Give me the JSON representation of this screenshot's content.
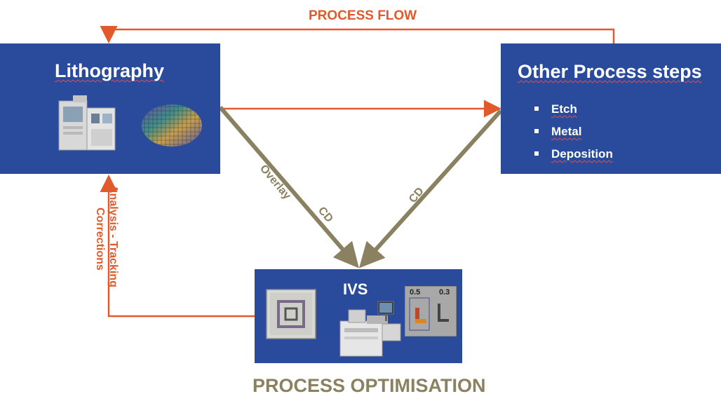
{
  "lithography": {
    "title": "Lithography"
  },
  "other_process": {
    "title": "Other Process steps",
    "steps": [
      "Etch",
      "Metal",
      "Deposition"
    ]
  },
  "ivs": {
    "title": "IVS"
  },
  "labels": {
    "process_flow": "PROCESS FLOW",
    "process_optimisation": "PROCESS OPTIMISATION",
    "overlay": "Overlay",
    "cd_left": "CD",
    "cd_right": "CD",
    "analysis_tracking": "Analysis - Tracking",
    "corrections": "Corrections"
  },
  "icons": {
    "lithography_tool": "lithography-machine-icon",
    "wafer": "wafer-icon",
    "overlay_mark": "overlay-target-icon",
    "metrology_tool": "metrology-machine-icon",
    "cd_measurement": "cd-measurement-icon",
    "cd_values": [
      "0.5",
      "0.3"
    ]
  },
  "colors": {
    "box_blue": "#2a4b9b",
    "flow_orange": "#e25a2c",
    "optimisation_olive": "#8a8160"
  }
}
